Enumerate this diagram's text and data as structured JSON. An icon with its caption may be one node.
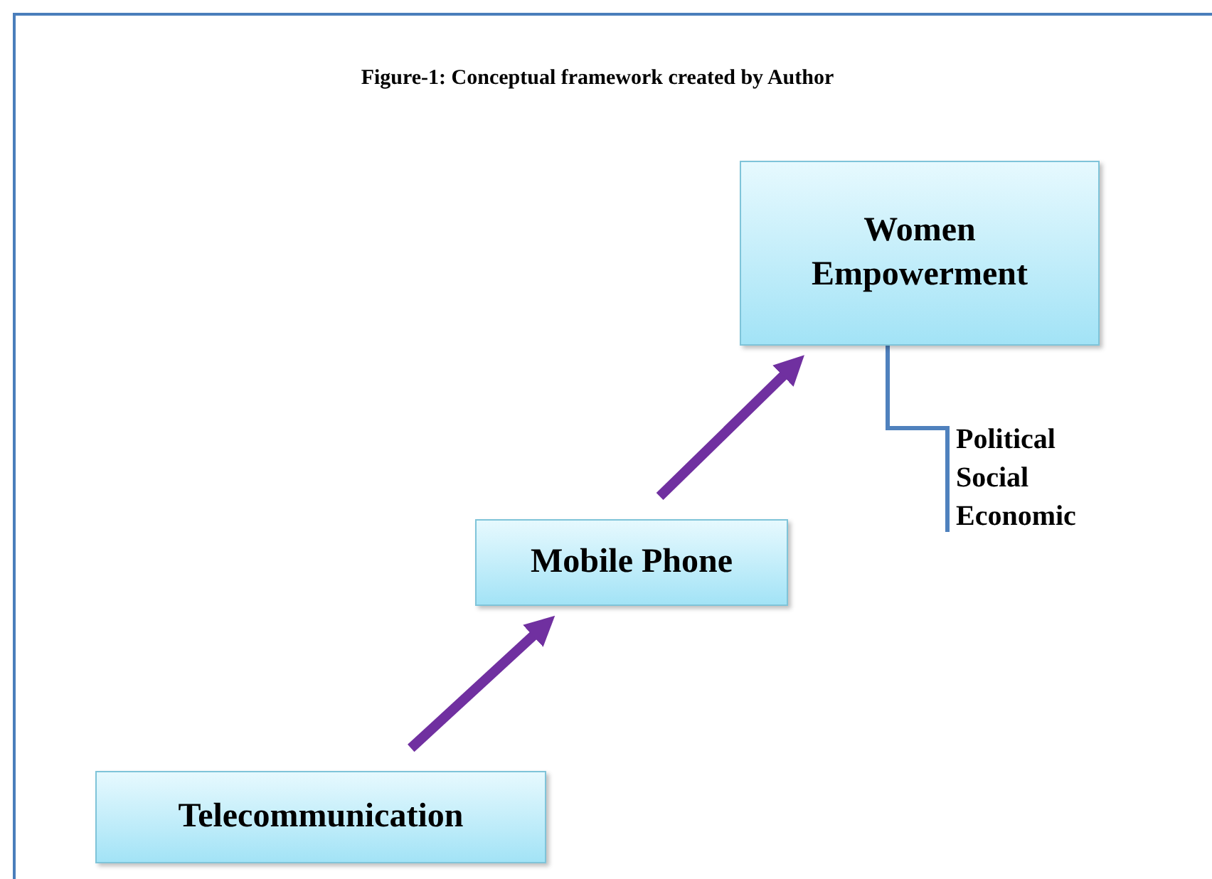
{
  "diagram": {
    "title": "Figure-1: Conceptual framework created by Author",
    "nodes": [
      {
        "text": [
          "Women Empowerment"
        ]
      },
      {
        "text": [
          "Mobile Phone"
        ]
      },
      {
        "text": [
          "Telecommunication"
        ]
      },
      {
        "text": [
          "Political",
          "Social",
          "Economic"
        ]
      }
    ],
    "edges": [
      {
        "from": 2,
        "to": 1,
        "arrow": "to"
      },
      {
        "from": 1,
        "to": 0,
        "arrow": "to"
      },
      {
        "from": 0,
        "to": 3,
        "arrow": "none",
        "color": "#4f81bd"
      }
    ]
  }
}
